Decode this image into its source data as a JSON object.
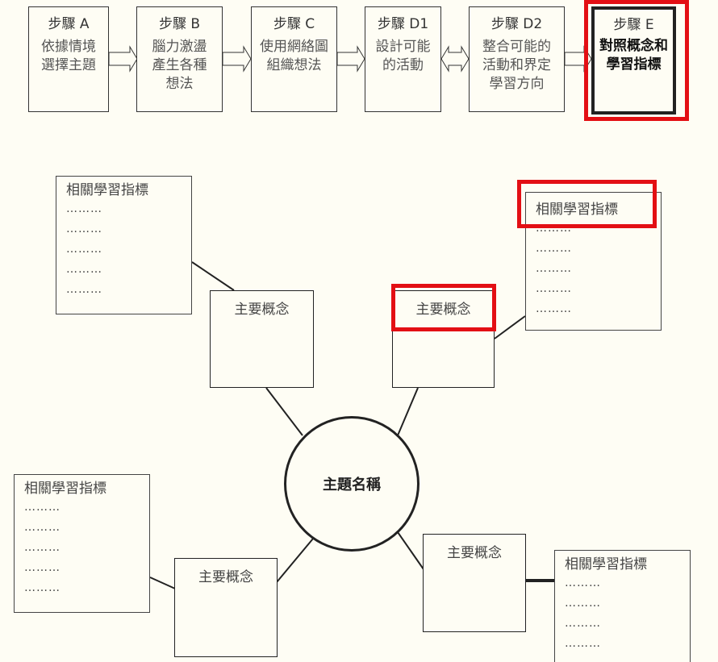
{
  "process": {
    "steps": [
      {
        "title": "步驟 A",
        "desc": [
          "依據情境",
          "選擇主題"
        ]
      },
      {
        "title": "步驟 B",
        "desc": [
          "腦力激盪",
          "產生各種",
          "想法"
        ]
      },
      {
        "title": "步驟 C",
        "desc": [
          "使用網絡圖",
          "組織想法"
        ]
      },
      {
        "title": "步驟 D1",
        "desc": [
          "設計可能",
          "的活動"
        ]
      },
      {
        "title": "步驟 D2",
        "desc": [
          "整合可能的",
          "活動和界定",
          "學習方向"
        ]
      },
      {
        "title": "步驟 E",
        "desc": [
          "對照概念和",
          "學習指標"
        ]
      }
    ]
  },
  "concept_map": {
    "hub_label": "主題名稱",
    "concept_label": "主要概念",
    "indicator_title": "相關學習指標",
    "indicator_item": "………"
  },
  "colors": {
    "highlight": "#e30f14",
    "background": "#fefdf4",
    "stroke": "#222222"
  }
}
